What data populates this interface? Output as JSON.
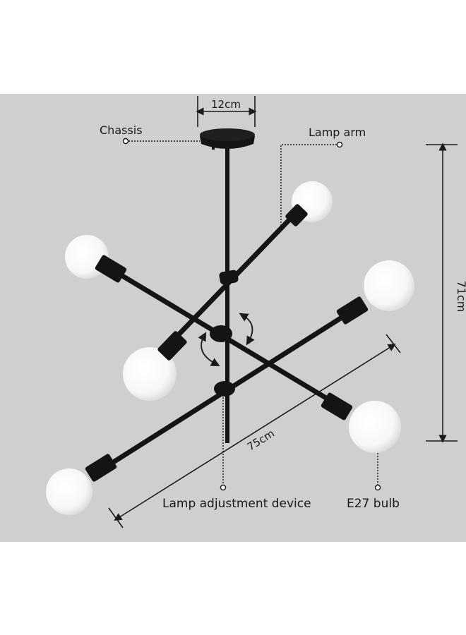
{
  "labels": {
    "width_top": "12cm",
    "chassis": "Chassis",
    "lamp_arm": "Lamp arm",
    "height": "71cm",
    "width_diag": "75cm",
    "adjustment": "Lamp adjustment device",
    "bulb": "E27 bulb"
  },
  "colors": {
    "backdrop": "#cfcfcf",
    "page": "#ffffff",
    "metal": "#141414",
    "bulb": "#fbfbfb"
  }
}
